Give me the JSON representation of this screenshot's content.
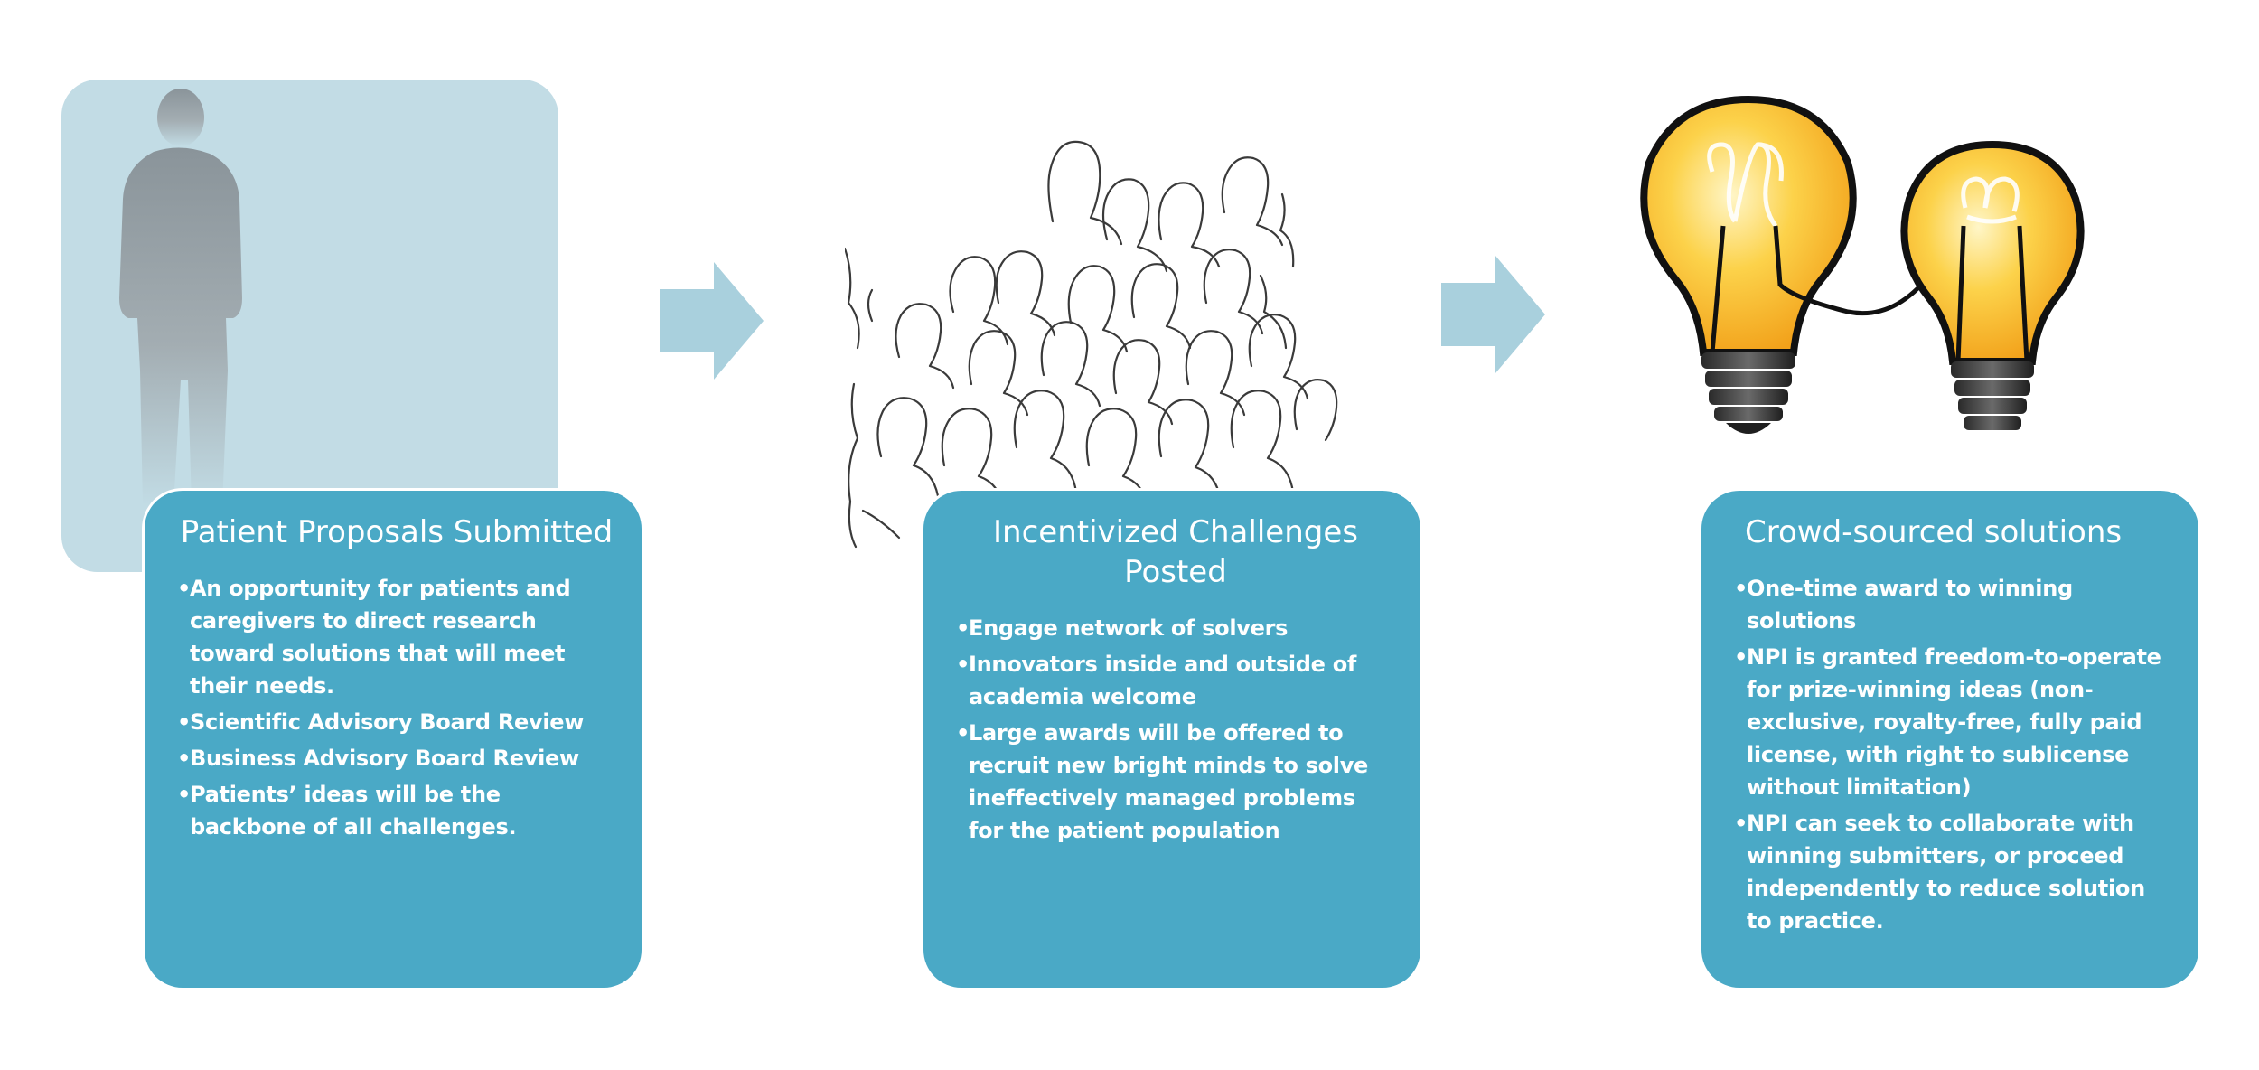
{
  "stages": [
    {
      "title": "Patient Proposals Submitted",
      "bullets": [
        "An opportunity for patients and caregivers to direct research toward solutions that will meet their needs.",
        "Scientific Advisory Board Review",
        "Business Advisory Board Review",
        "Patients’ ideas will be the backbone of all challenges."
      ]
    },
    {
      "title": "Incentivized Challenges Posted",
      "bullets": [
        "Engage network of solvers",
        "Innovators inside and outside of academia welcome",
        "Large awards will be offered to recruit new bright minds to solve ineffectively managed problems for the  patient population"
      ]
    },
    {
      "title": "Crowd-sourced solutions",
      "bullets": [
        "One-time award to winning solutions",
        "NPI is granted freedom-to-operate for prize-winning ideas (non-exclusive, royalty-free, fully paid license, with right to sublicense without limitation)",
        "NPI can seek to collaborate with winning submitters, or proceed independently to reduce solution to practice."
      ]
    }
  ],
  "colors": {
    "box": "#4aa9c6",
    "panel": "#c2dce5",
    "arrow": "#a9d0dd",
    "bulb": "#f8b82a"
  },
  "icons": [
    "person-silhouette-icon",
    "crowd-outline-icon",
    "light-bulbs-icon",
    "arrow-right-icon"
  ]
}
